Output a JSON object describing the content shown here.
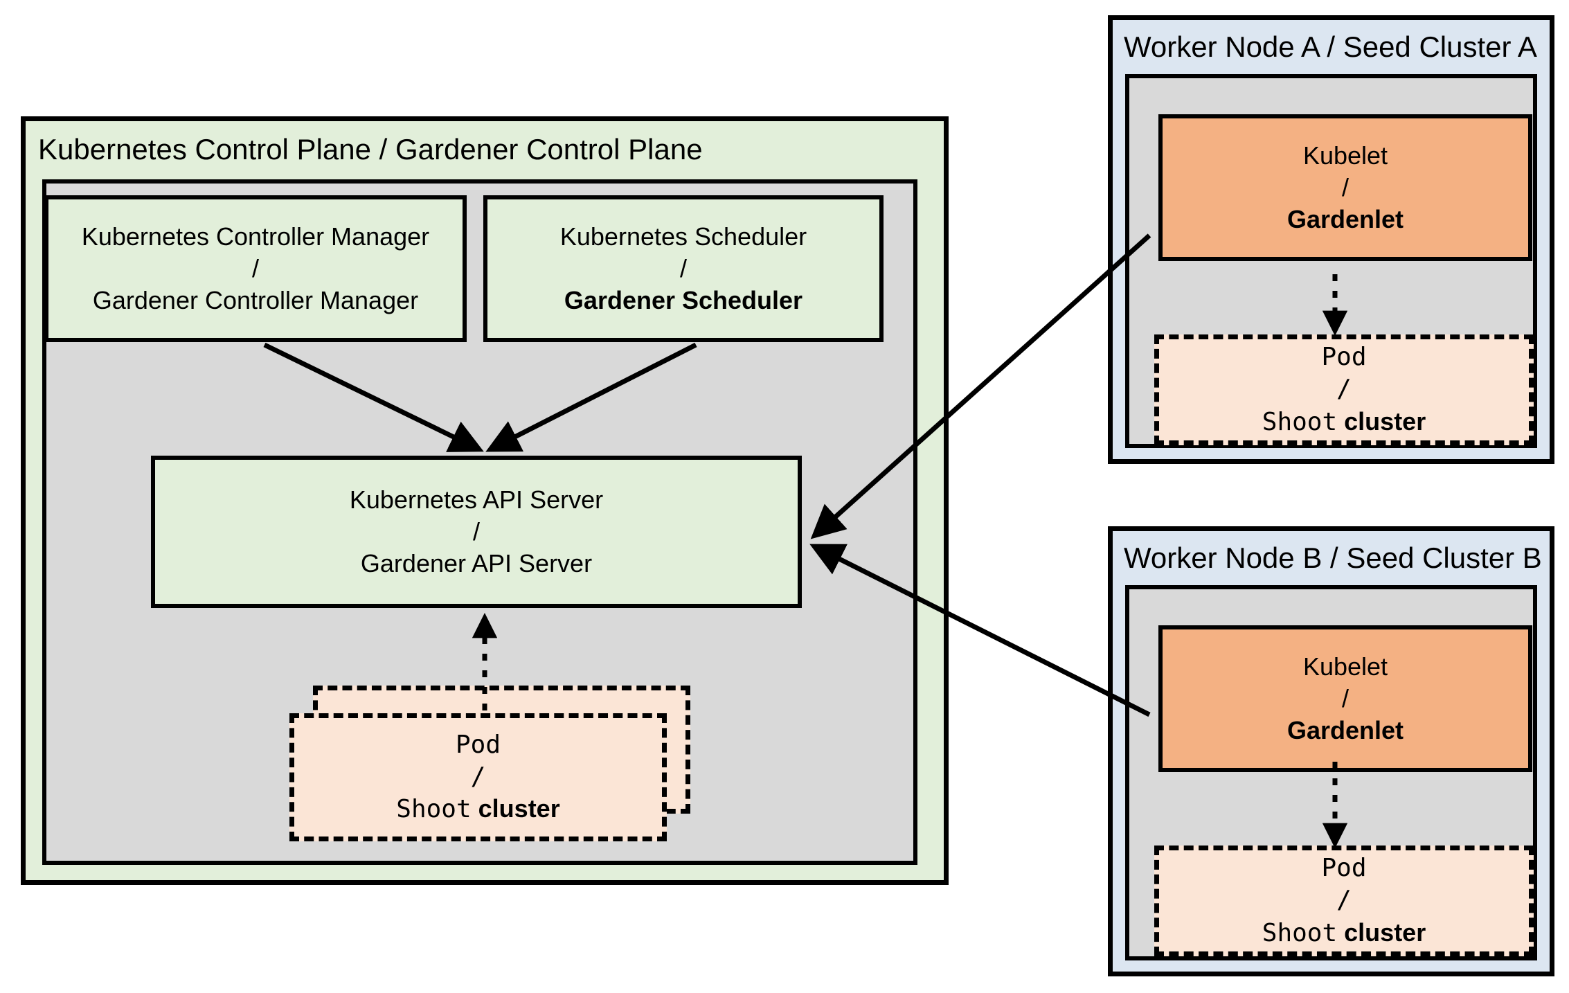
{
  "diagram": {
    "title_left": "Kubernetes Control Plane / Gardener Control Plane",
    "colors": {
      "green_fill": "#e2efda",
      "gray_fill": "#d9d9d9",
      "blue_fill": "#dce6f1",
      "orange_fill": "#f4b183",
      "peach_fill": "#fbe5d6",
      "stroke": "#000000"
    }
  },
  "control_plane": {
    "title": "Kubernetes Control Plane / Gardener Control Plane",
    "controller_manager": {
      "line1": "Kubernetes Controller Manager",
      "separator": "/",
      "line2": "Gardener Controller Manager"
    },
    "scheduler": {
      "line1": "Kubernetes Scheduler",
      "separator": "/",
      "line2": "Gardener Scheduler"
    },
    "api_server": {
      "line1": "Kubernetes API Server",
      "separator": "/",
      "line2": "Gardener API Server"
    },
    "pod": {
      "line1": "Pod",
      "separator": "/",
      "line2_mono": "Shoot",
      "line2_bold": "cluster"
    }
  },
  "seed_clusters": [
    {
      "title": "Worker Node A / Seed Cluster A",
      "agent": {
        "line1": "Kubelet",
        "separator": "/",
        "line2": "Gardenlet"
      },
      "pod": {
        "line1": "Pod",
        "separator": "/",
        "line2_mono": "Shoot",
        "line2_bold": "cluster"
      }
    },
    {
      "title": "Worker Node B / Seed Cluster B",
      "agent": {
        "line1": "Kubelet",
        "separator": "/",
        "line2": "Gardenlet"
      },
      "pod": {
        "line1": "Pod",
        "separator": "/",
        "line2_mono": "Shoot",
        "line2_bold": "cluster"
      }
    }
  ]
}
